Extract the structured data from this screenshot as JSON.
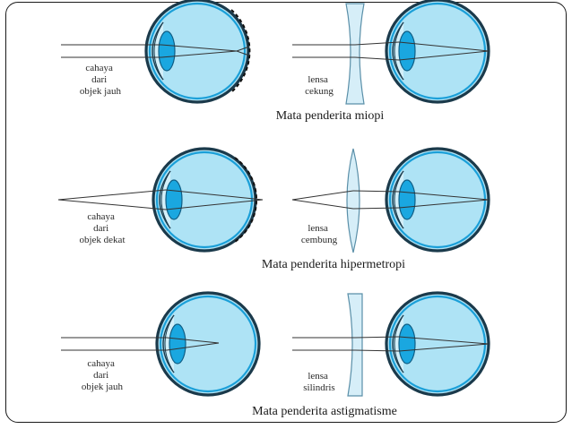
{
  "rows": [
    {
      "caption": "Mata penderita miopi",
      "left_label": [
        "cahaya",
        "dari",
        "objek jauh"
      ],
      "right_label": [
        "lensa",
        "cekung"
      ]
    },
    {
      "caption": "Mata penderita hipermetropi",
      "left_label": [
        "cahaya",
        "dari",
        "objek dekat"
      ],
      "right_label": [
        "lensa",
        "cembung"
      ]
    },
    {
      "caption": "Mata penderita astigmatisme",
      "left_label": [
        "cahaya",
        "dari",
        "objek jauh"
      ],
      "right_label": [
        "lensa",
        "silindris"
      ]
    }
  ],
  "colors": {
    "eye_fill": "#aee3f5",
    "eye_outline": "#1b3a4b",
    "eye_ring": "#1a9fd8",
    "lens_fill": "#1aa7e0",
    "corrective_lens": "#d6eef8",
    "frame": "#1a1a1a"
  }
}
